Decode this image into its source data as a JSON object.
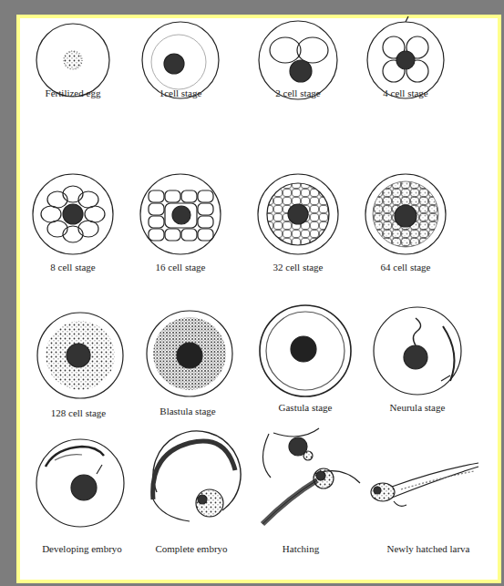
{
  "diagram": {
    "labels": [
      "Fertilized egg",
      "1cell stage",
      "2 cell stage",
      "4 cell stage",
      "8 cell stage",
      "16 cell stage",
      "32 cell stage",
      "64 cell stage",
      "128 cell stage",
      "Blastula stage",
      "Gastula stage",
      "Neurula stage",
      "Developing embryo",
      "Complete embryo",
      "Hatching",
      "Newly hatched larva"
    ]
  }
}
